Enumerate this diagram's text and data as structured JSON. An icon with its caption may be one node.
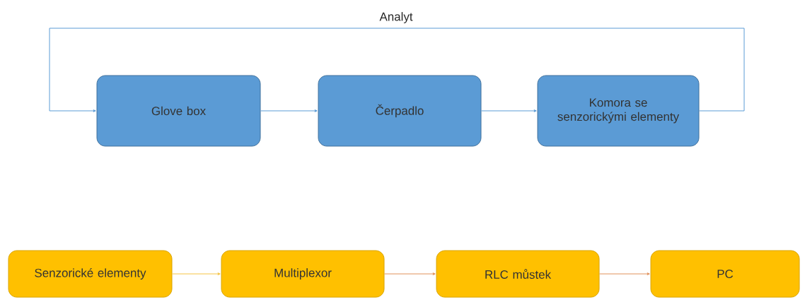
{
  "diagram": {
    "nodes": [
      {
        "text": [
          "Glove box"
        ]
      },
      {
        "text": [
          "Čerpadlo"
        ]
      },
      {
        "text": [
          "Komora se senzorickými elementy"
        ]
      },
      {
        "text": [
          "Senzorické elementy"
        ]
      },
      {
        "text": [
          "Multiplexor"
        ]
      },
      {
        "text": [
          "RLC můstek"
        ]
      },
      {
        "text": [
          "PC"
        ]
      }
    ],
    "edges": [
      {
        "from": 0,
        "to": 1,
        "arrow": "to"
      },
      {
        "from": 1,
        "to": 2,
        "arrow": "to"
      },
      {
        "from": 2,
        "to": 0,
        "arrow": "to",
        "label": "Analyt"
      },
      {
        "from": 3,
        "to": 4,
        "arrow": "to",
        "color": "#f5c342"
      },
      {
        "from": 4,
        "to": 5,
        "arrow": "to",
        "color": "#e0905a"
      },
      {
        "from": 5,
        "to": 6,
        "arrow": "to",
        "color": "#e0905a"
      }
    ]
  }
}
